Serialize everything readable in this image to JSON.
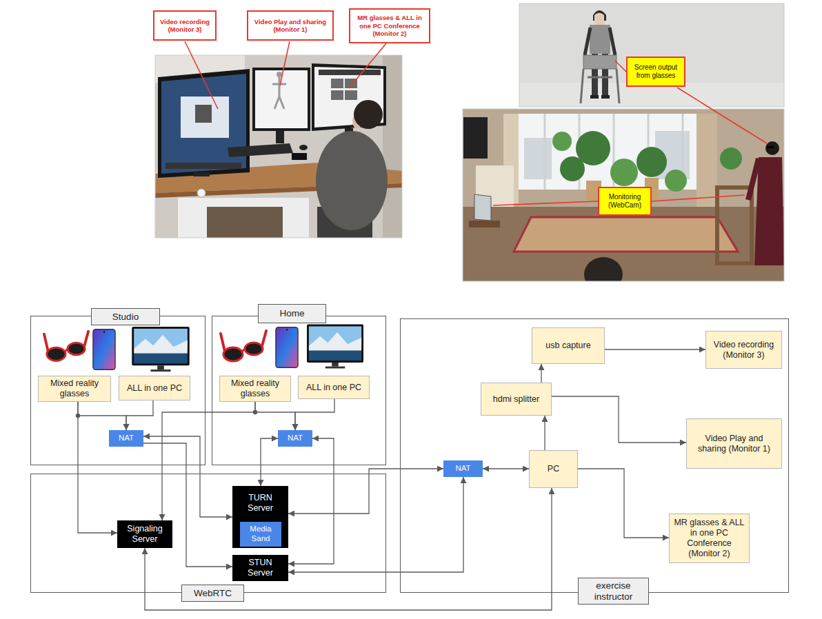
{
  "diagram": {
    "nodes": [
      {
        "text": [
          "Video recording (Monitor 3)"
        ]
      },
      {
        "text": [
          "Video Play and sharing (Monitor 1)"
        ]
      },
      {
        "text": [
          "MR glasses & ALL in one PC Conference (Monitor 2)"
        ]
      },
      {
        "text": [
          "Screen output from glasses"
        ]
      },
      {
        "text": [
          "Monitoring (WebCam)"
        ]
      },
      {
        "text": [
          "Studio"
        ]
      },
      {
        "text": [
          "Mixed reality glasses"
        ],
        "in": 5
      },
      {
        "text": [
          "ALL in one PC"
        ],
        "in": 5
      },
      {
        "text": [
          "NAT"
        ],
        "in": 5
      },
      {
        "text": [
          "Home"
        ]
      },
      {
        "text": [
          "Mixed reality glasses"
        ],
        "in": 9
      },
      {
        "text": [
          "ALL in one PC"
        ],
        "in": 9
      },
      {
        "text": [
          "NAT"
        ],
        "in": 9
      },
      {
        "text": [
          "WebRTC"
        ]
      },
      {
        "text": [
          "Signaling Server"
        ],
        "in": 13
      },
      {
        "text": [
          "TURN Server"
        ],
        "in": 13
      },
      {
        "text": [
          "Media Sand"
        ],
        "in": 15
      },
      {
        "text": [
          "STUN Server"
        ],
        "in": 13
      },
      {
        "text": [
          "exercise instructor"
        ]
      },
      {
        "text": [
          "usb capture"
        ],
        "in": 18
      },
      {
        "text": [
          "Video recording (Monitor 3)"
        ],
        "in": 18
      },
      {
        "text": [
          "hdmi splitter"
        ],
        "in": 18
      },
      {
        "text": [
          "Video Play and sharing (Monitor 1)"
        ],
        "in": 18
      },
      {
        "text": [
          "NAT"
        ],
        "in": 18
      },
      {
        "text": [
          "PC"
        ],
        "in": 18
      },
      {
        "text": [
          "MR glasses & ALL in one PC Conference (Monitor 2)"
        ],
        "in": 18
      }
    ],
    "edges": [
      {
        "from": 6,
        "to": 8,
        "arrow": "to"
      },
      {
        "from": 7,
        "to": 8,
        "arrow": "to"
      },
      {
        "from": 6,
        "to": 14,
        "arrow": "to"
      },
      {
        "from": 10,
        "to": 12,
        "arrow": "to"
      },
      {
        "from": 11,
        "to": 12,
        "arrow": "to"
      },
      {
        "from": 10,
        "to": 14,
        "arrow": "to"
      },
      {
        "from": 8,
        "to": 15,
        "arrow": "both"
      },
      {
        "from": 8,
        "to": 17,
        "arrow": "to"
      },
      {
        "from": 12,
        "to": 15,
        "arrow": "both"
      },
      {
        "from": 12,
        "to": 17,
        "arrow": "both"
      },
      {
        "from": 23,
        "to": 15,
        "arrow": "both"
      },
      {
        "from": 23,
        "to": 17,
        "arrow": "both"
      },
      {
        "from": 23,
        "to": 24,
        "arrow": "both"
      },
      {
        "from": 24,
        "to": 21,
        "arrow": "to"
      },
      {
        "from": 21,
        "to": 19,
        "arrow": "to"
      },
      {
        "from": 19,
        "to": 20,
        "arrow": "to"
      },
      {
        "from": 21,
        "to": 22,
        "arrow": "to"
      },
      {
        "from": 24,
        "to": 25,
        "arrow": "to"
      },
      {
        "from": 14,
        "to": 24,
        "arrow": "both"
      }
    ]
  }
}
